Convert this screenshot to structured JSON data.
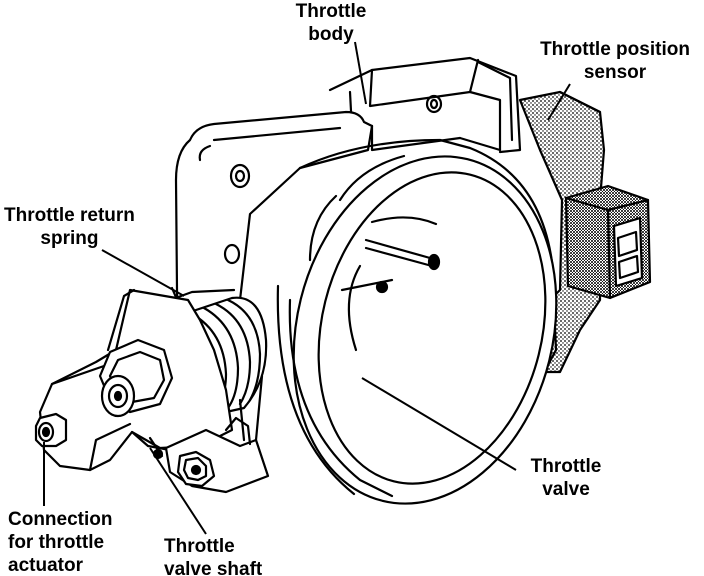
{
  "labels": {
    "throttle_body": [
      "Throttle",
      "body"
    ],
    "throttle_position_sensor": [
      "Throttle position",
      "sensor"
    ],
    "throttle_return_spring": [
      "Throttle return",
      "spring"
    ],
    "throttle_valve": [
      "Throttle",
      "valve"
    ],
    "connection_for_throttle_actuator": [
      "Connection",
      "for throttle",
      "actuator"
    ],
    "throttle_valve_shaft": [
      "Throttle",
      "valve shaft"
    ]
  },
  "colors": {
    "ink": "#000000",
    "paper": "#ffffff",
    "stipple": "#9a9a9a"
  }
}
